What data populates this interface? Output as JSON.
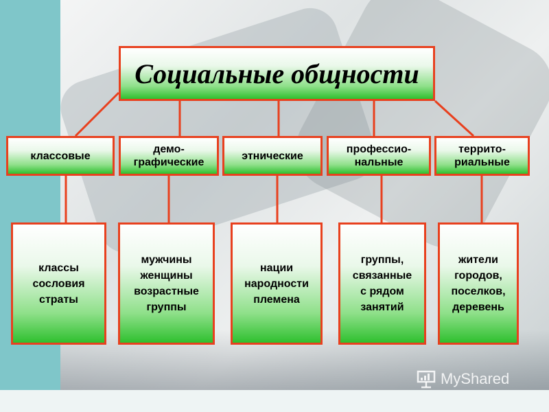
{
  "title": "Социальные общности",
  "categories": [
    {
      "label": "классовые"
    },
    {
      "label": "демо-\nграфические"
    },
    {
      "label": "этнические"
    },
    {
      "label": "профессио-\nнальные"
    },
    {
      "label": "террито-\nриальные"
    }
  ],
  "examples": [
    {
      "text": "классы\nсословия\nстраты"
    },
    {
      "text": "мужчины\nженщины\nвозрастные\nгруппы"
    },
    {
      "text": "нации\nнародности\nплемена"
    },
    {
      "text": "группы,\nсвязанные\nс рядом\nзанятий"
    },
    {
      "text": "жители\nгородов,\nпоселков,\nдеревень"
    }
  ],
  "watermark": "MyShared",
  "colors": {
    "border": "#e8401e",
    "fill_bottom": "#2fc02f",
    "connector": "#e8401e"
  }
}
